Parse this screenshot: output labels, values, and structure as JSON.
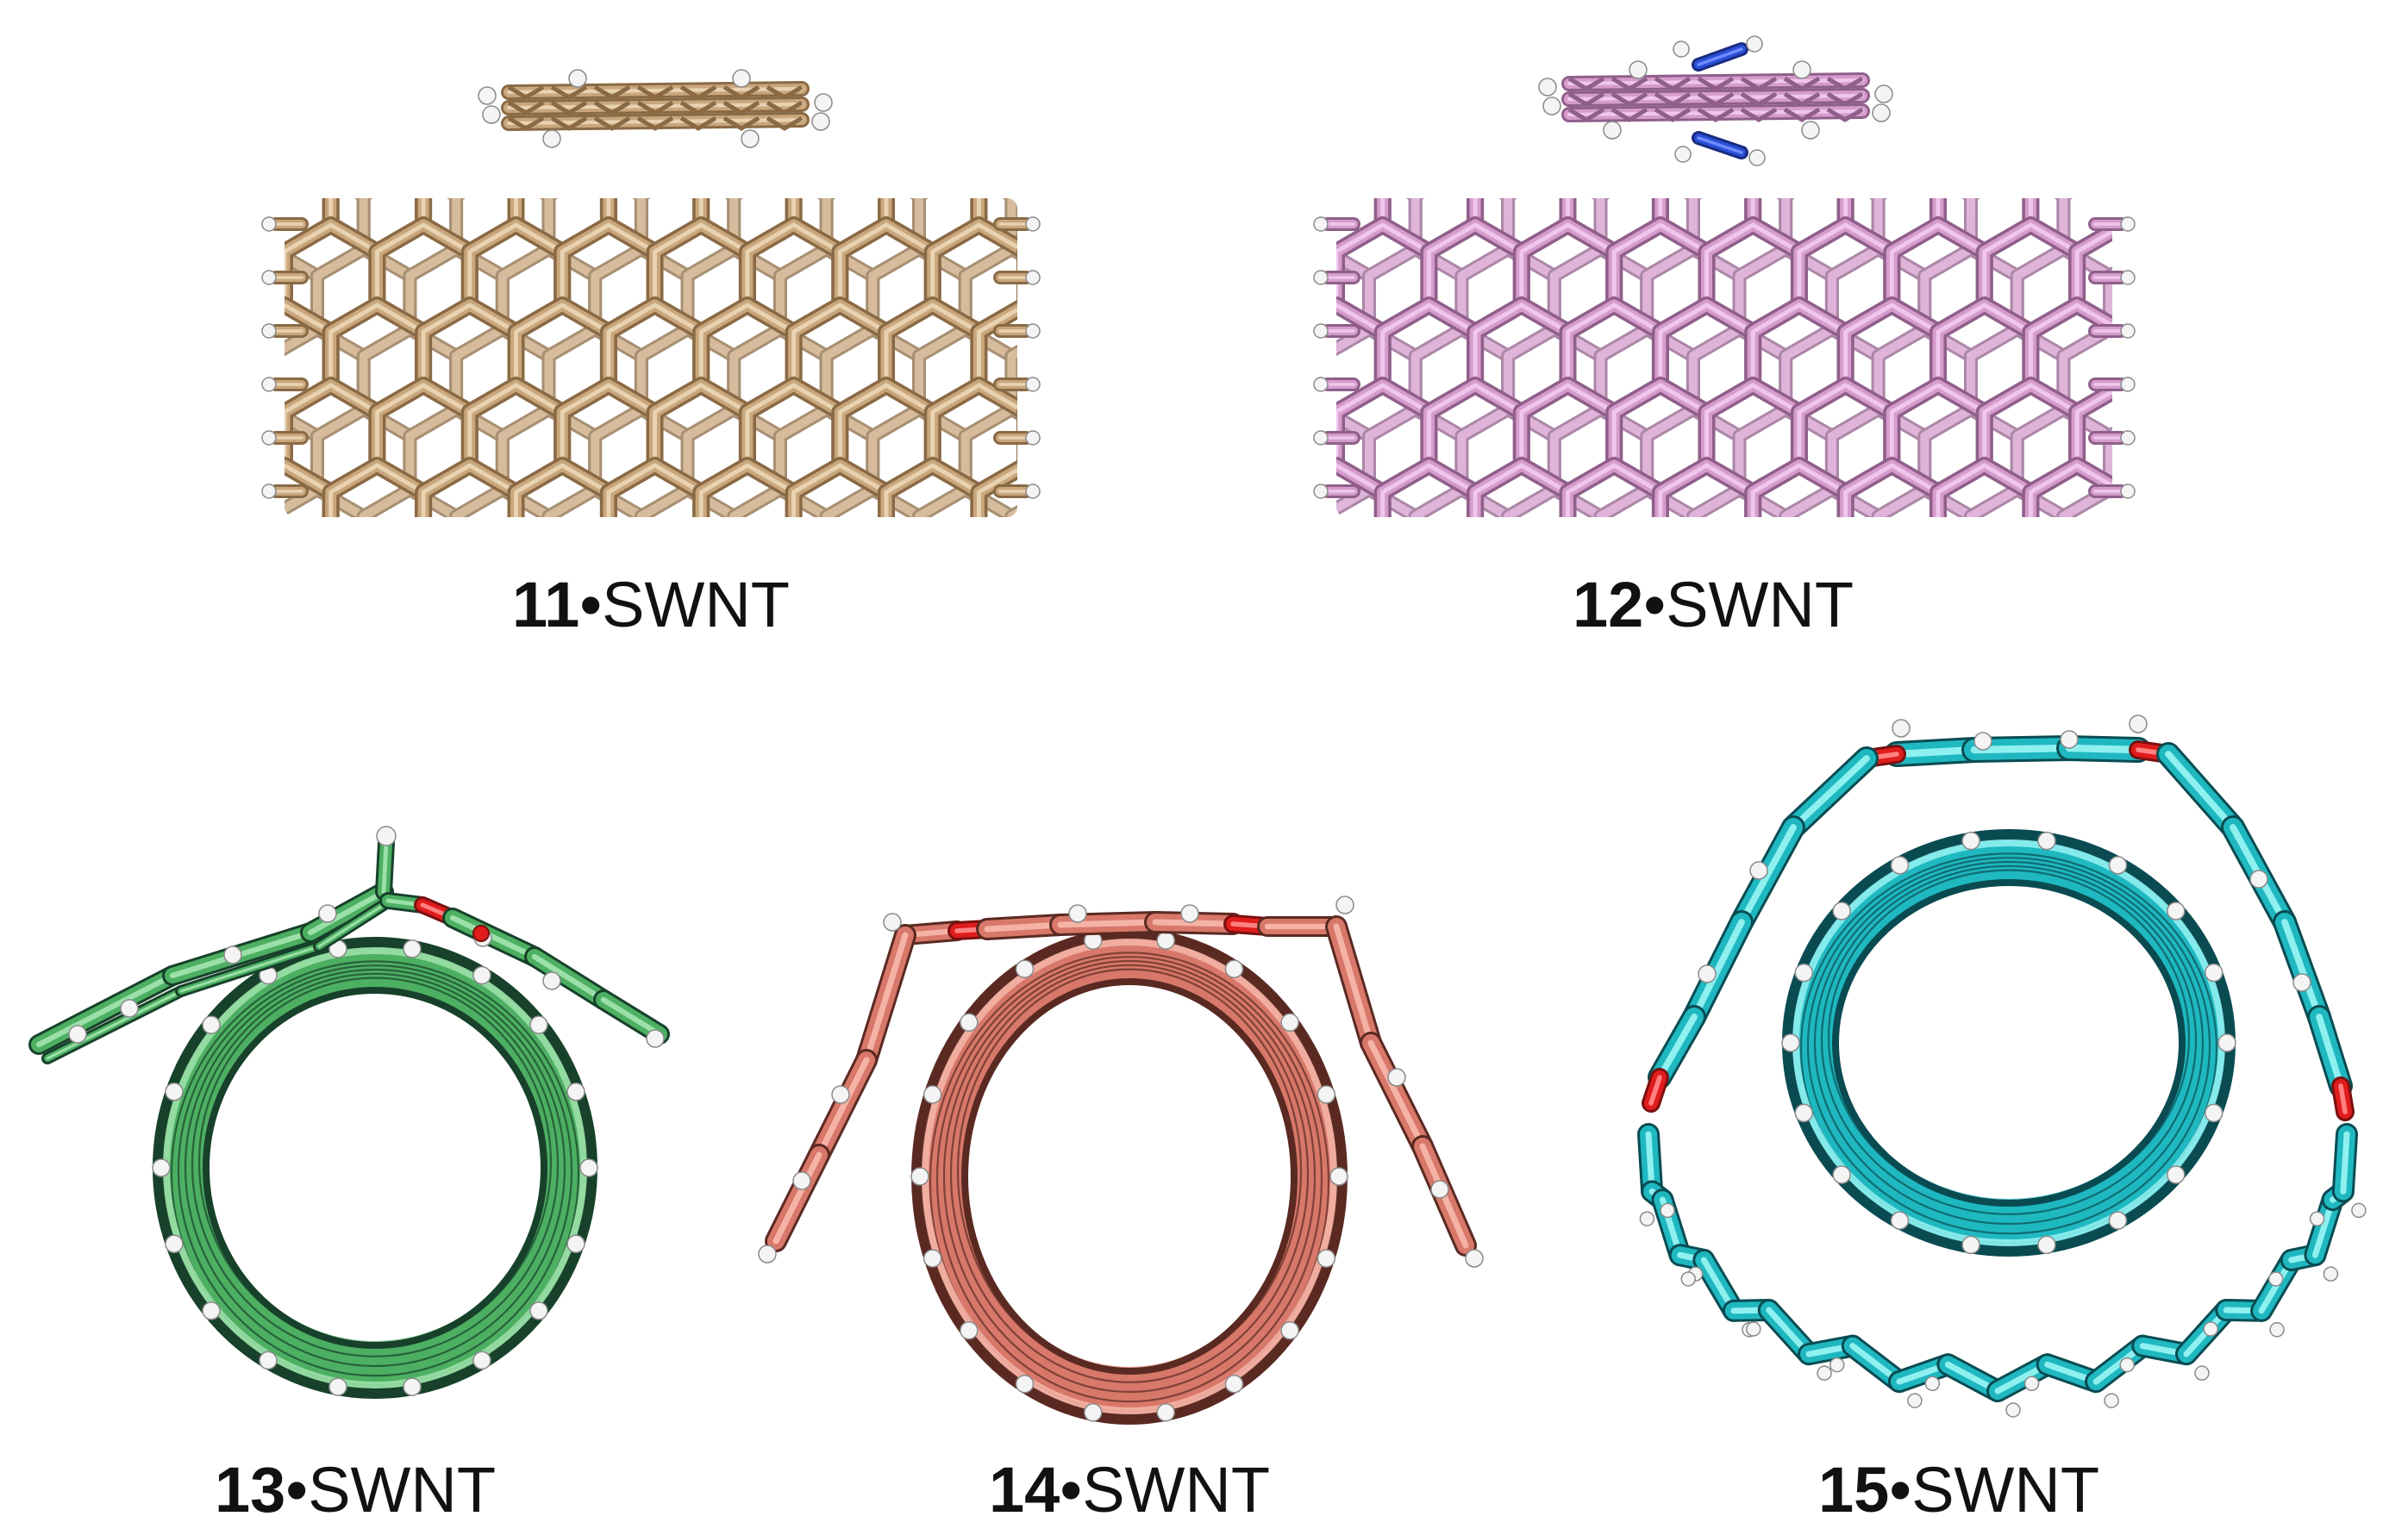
{
  "figure": {
    "panels": [
      {
        "id": "p11",
        "type": "side",
        "compound": "11",
        "joiner": "•",
        "suffix": "SWNT",
        "colors": {
          "light": "#e8d2b2",
          "mid": "#c9a67c",
          "dark": "#8a6a45",
          "hetero": ""
        }
      },
      {
        "id": "p12",
        "type": "side",
        "compound": "12",
        "joiner": "•",
        "suffix": "SWNT",
        "colors": {
          "light": "#f0c6ec",
          "mid": "#d59ccc",
          "dark": "#8f5f8a",
          "hetero": "#2a4fd6"
        }
      },
      {
        "id": "p13",
        "type": "end",
        "compound": "13",
        "joiner": "•",
        "suffix": "SWNT",
        "colors": {
          "light": "#9be0a8",
          "mid": "#4daf62",
          "dark": "#17412a",
          "hetero": "#e01c1c"
        }
      },
      {
        "id": "p14",
        "type": "end",
        "compound": "14",
        "joiner": "•",
        "suffix": "SWNT",
        "colors": {
          "light": "#f4b3a5",
          "mid": "#d8786a",
          "dark": "#5a2a22",
          "hetero": "#e01c1c"
        }
      },
      {
        "id": "p15",
        "type": "end",
        "compound": "15",
        "joiner": "•",
        "suffix": "SWNT",
        "colors": {
          "light": "#8ff0f0",
          "mid": "#1fb8c0",
          "dark": "#0a4b52",
          "hetero": "#e01c1c"
        }
      }
    ]
  }
}
